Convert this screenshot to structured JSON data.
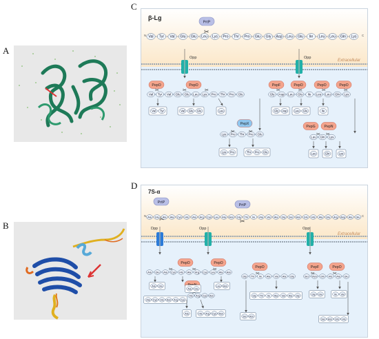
{
  "labels": {
    "a": "A",
    "b": "B",
    "c": "C",
    "d": "D"
  },
  "panel_c": {
    "title": "β-Lg",
    "prtp": "PrtP",
    "opp": "Opp",
    "extracellular": "Extracellular",
    "n_term": "N",
    "c_term": "C",
    "chain": [
      "Val",
      "Tyr",
      "Val",
      "Glu",
      "Glu",
      "Leu",
      "Lys",
      "Pro",
      "Thr",
      "Pro",
      "Glu",
      "Gly",
      "Asp",
      "Leu",
      "Glu",
      "Ile",
      "Leu",
      "Leu",
      "Gln",
      "Lys"
    ],
    "enzymes": [
      "PepO",
      "PepO",
      "PepF",
      "PepO",
      "PepO",
      "PepO"
    ],
    "frag1": [
      "Val",
      "Tyr",
      "Val",
      "Glu",
      "Glu",
      "Leu",
      "Lys",
      "Pro",
      "Thr",
      "Pro",
      "Glu"
    ],
    "frag2": [
      "Gly",
      "Asp",
      "Leu",
      "Glu",
      "Ile",
      "Leu",
      "Leu",
      "Gln",
      "Lys"
    ],
    "res1": [
      "Val",
      "Tyr"
    ],
    "res2": [
      "Val",
      "Glu",
      "Glu"
    ],
    "res3": [
      "Leu"
    ],
    "res4": [
      "Gly",
      "Asp"
    ],
    "res5": [
      "Leu",
      "Glu"
    ],
    "res6": [
      "Ile"
    ],
    "pepx": "PepX",
    "pepx_chain": [
      "Lys",
      "Pro",
      "Thr",
      "Pro",
      "Glu"
    ],
    "res7": [
      "Lys",
      "Pro"
    ],
    "res8": [
      "Thr",
      "Pro",
      "Glu"
    ],
    "pepg": "PepG",
    "pepn": "PepN",
    "pepn_chain": [
      "Leu",
      "Gln",
      "Lys"
    ],
    "res9": [
      "Leu"
    ],
    "res10": [
      "Gln"
    ],
    "res11": [
      "Lys"
    ]
  },
  "panel_d": {
    "title": "7S-α",
    "prtp1": "PrtP",
    "prtp2": "PrtP",
    "dpp": "Dpp",
    "opp1": "Opp",
    "opp2": "Opp",
    "extracellular": "Extracellular",
    "n_term": "N",
    "c_term": "C",
    "chain": [
      "Ala",
      "Glu",
      "Ala",
      "Ala",
      "Cys",
      "His",
      "Ala",
      "Arg",
      "Cys",
      "Leu",
      "Ala",
      "Asn",
      "Gly",
      "Thr",
      "Ile",
      "Ala",
      "Val",
      "Ala",
      "Gly",
      "Ser",
      "Asn",
      "Gln",
      "His",
      "Ala",
      "Glu",
      "Arg",
      "Asp",
      "Ala",
      "Glu"
    ],
    "frag_left": [
      "Ala",
      "Glu",
      "Ala",
      "Cys",
      "His",
      "Ala",
      "Arg",
      "Cys",
      "Leu",
      "Ala",
      "Asn"
    ],
    "frag_mid": [
      "Gly",
      "Thr",
      "Ile",
      "Ala",
      "Val",
      "Ala",
      "Gly"
    ],
    "frag_right": [
      "Ser",
      "Asn",
      "Gln",
      "His",
      "Ala",
      "Glu"
    ],
    "enzymes": [
      "PepO",
      "PepO",
      "PepO",
      "PepF",
      "PepO"
    ],
    "res_a": [
      "Ala",
      "Glu"
    ],
    "res_b": [
      "Ala",
      "Cys",
      "His",
      "Asn",
      "Arg",
      "Cys"
    ],
    "res_c": [
      "Leu",
      "Asn"
    ],
    "pepn": "PepN",
    "pepn_chain": [
      "His",
      "Arg",
      "Cys",
      "Asn"
    ],
    "res_d": [
      "Ala",
      "Glu"
    ],
    "res_e": [
      "His",
      "Arg",
      "Cys",
      "Asn"
    ],
    "res_f": [
      "Ala"
    ],
    "res_g": [
      "Gly",
      "Thr",
      "Ile",
      "Ala",
      "Val",
      "Ala",
      "Gly"
    ],
    "res_h": [
      "Ser",
      "Asn"
    ],
    "res_i": [
      "Gly",
      "Glu"
    ],
    "res_j": [
      "Ile",
      "Val"
    ],
    "res_k": [
      "Ser",
      "Asn",
      "Gln",
      "His"
    ]
  }
}
